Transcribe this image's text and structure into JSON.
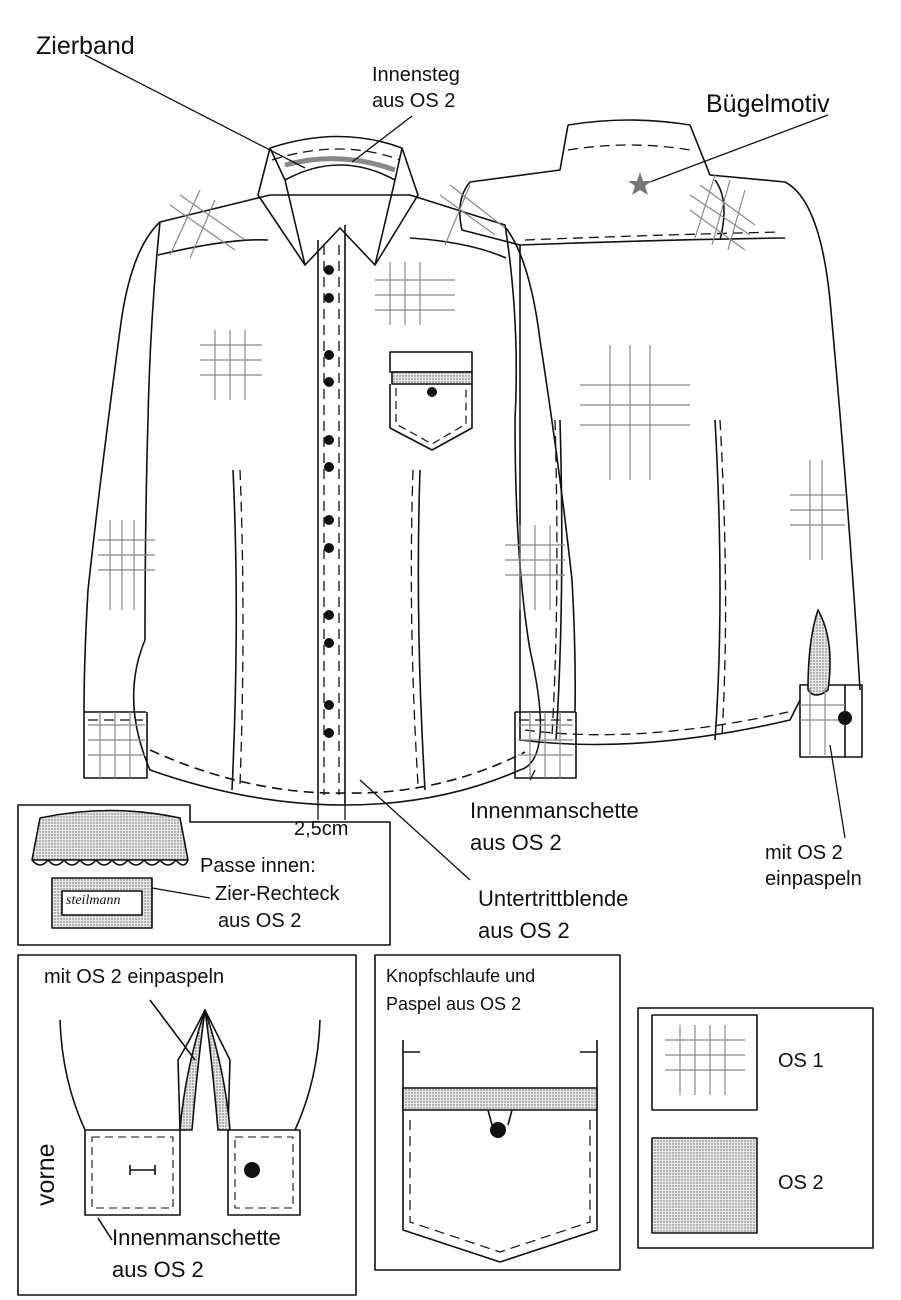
{
  "labels": {
    "zierband": "Zierband",
    "innensteg_line1": "Innensteg",
    "innensteg_line2": "aus OS 2",
    "buegelmotiv": "Bügelmotiv",
    "measure": "2,5cm",
    "innenmanschette_line1": "Innenmanschette",
    "innenmanschette_line2": "aus OS 2",
    "untertritt_line1": "Untertrittblende",
    "untertritt_line2": "aus OS 2",
    "einpaspeln_line1": "mit OS 2",
    "einpaspeln_line2": "einpaspeln",
    "passe_title": "Passe innen:",
    "zier_line1": "Zier-Rechteck",
    "zier_line2": "aus OS 2",
    "steilmann": "steilmann",
    "cuff_detail_top": "mit OS 2 einpaspeln",
    "vorne": "vorne",
    "cuff_innen_line1": "Innenmanschette",
    "cuff_innen_line2": "aus OS 2",
    "pocket_line1": "Knopfschlaufe und",
    "pocket_line2": "Paspel aus OS 2"
  },
  "legend": [
    {
      "swatch": "grid",
      "label": "OS 1"
    },
    {
      "swatch": "dots",
      "label": "OS 2"
    }
  ],
  "colors": {
    "line": "#111111",
    "grid": "#8a8a8a",
    "os2": "#cfcfcf"
  }
}
